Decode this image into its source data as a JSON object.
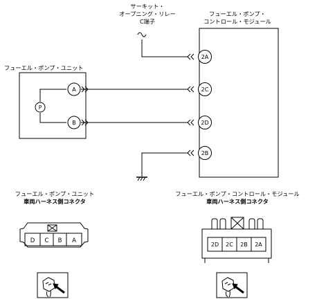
{
  "labels": {
    "relay_line1": "サーキット・",
    "relay_line2": "オープニング・リレー",
    "relay_line3": "C端子",
    "module_line1": "フューエル・ポンプ・",
    "module_line2": "コントロール・モジュール",
    "unit_title": "フューエル・ポンプ・ユニット",
    "unit_conn_line1": "フューエル・ポンプ・ユニット",
    "unit_conn_line2": "車両ハーネス側コネクタ",
    "module_conn_line1": "フューエル・ポンプ・コントロール・モジュール",
    "module_conn_line2": "車両ハーネス側コネクタ"
  },
  "terminals": {
    "unit_a": "A",
    "unit_b": "B",
    "module_2a": "2A",
    "module_2c": "2C",
    "module_2d": "2D",
    "module_2b": "2B"
  },
  "pump_symbol": "P",
  "unit_connector_pins": [
    "D",
    "C",
    "B",
    "A"
  ],
  "module_connector_pins": [
    "2D",
    "2C",
    "2B",
    "2A"
  ]
}
